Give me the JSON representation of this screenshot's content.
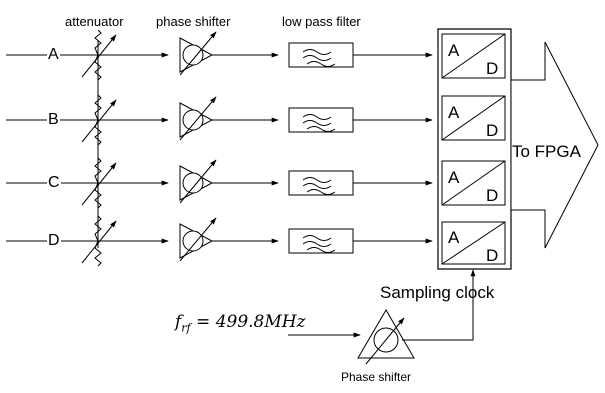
{
  "headers": {
    "attenuator": "attenuator",
    "phase_shifter": "phase shifter",
    "low_pass_filter": "low pass filter"
  },
  "channels": [
    {
      "label": "A",
      "adc_top": "A",
      "adc_bottom": "D"
    },
    {
      "label": "B",
      "adc_top": "A",
      "adc_bottom": "D"
    },
    {
      "label": "C",
      "adc_top": "A",
      "adc_bottom": "D"
    },
    {
      "label": "D",
      "adc_top": "A",
      "adc_bottom": "D"
    }
  ],
  "output_label": "To FPGA",
  "sampling_clock_label": "Sampling clock",
  "rf_frequency": {
    "symbol": "f",
    "subscript": "rf",
    "value": "= 499.8MHz"
  },
  "clock_phase_shifter_label": "Phase shifter"
}
